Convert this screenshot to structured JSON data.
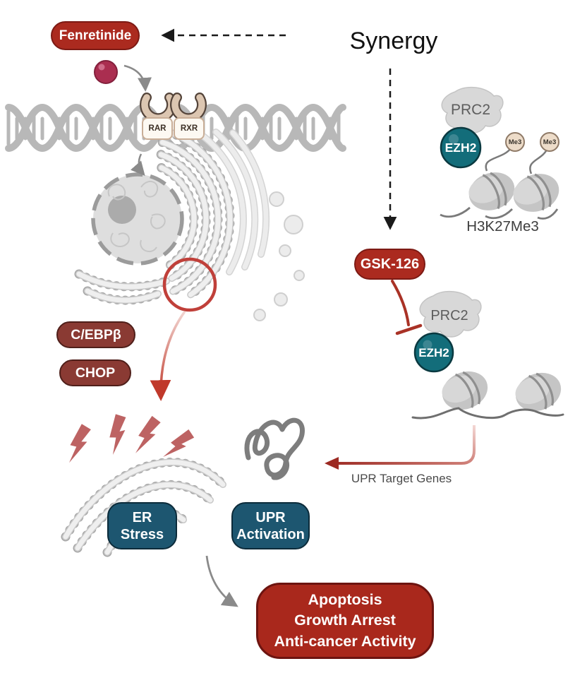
{
  "title": "Fenretinide / GSK-126 synergy pathway diagram",
  "colors": {
    "bright_red": "#ab2a1f",
    "bright_red_border": "#7c1a14",
    "maroon": "#8a3a33",
    "teal_box": "#1d5670",
    "ezh2_teal": "#136d7a",
    "bolt_red": "#bd6363",
    "annotation_red": "#c0403a",
    "gray_organelle": "#ececec",
    "me3_beige": "#eddcc9"
  },
  "icons": {
    "dna-helix": "svg-double-wave",
    "receptor-cup": "svg-arc",
    "ligand-ball": "svg-circle",
    "nucleus": "svg-dashed-circle",
    "rough-er": "svg-dotted-arcs",
    "golgi-vesicles": "svg-arcs-circles",
    "highlight-circle": "svg-ring",
    "lightning-bolt": "svg-polygon",
    "unfolded-protein": "svg-squiggle",
    "prc2-blob": "svg-blob",
    "nucleosome": "svg-disk",
    "inhibition-t-bar": "svg-line",
    "dashed-arrow": "svg-dashed-line",
    "elbow-arrow": "svg-elbow"
  },
  "diagram": {
    "top": {
      "fenretinide": "Fenretinide",
      "synergy": "Synergy",
      "rar": "RAR",
      "rxr": "RXR"
    },
    "epigenetic": {
      "prc2_top": "PRC2",
      "ezh2_top": "EZH2",
      "me3_left": "Me3",
      "me3_right": "Me3",
      "h3k27me3": "H3K27Me3",
      "gsk126": "GSK-126",
      "prc2_bottom": "PRC2",
      "ezh2_bottom": "EZH2",
      "upr_target_genes": "UPR Target Genes"
    },
    "stress": {
      "cebpb": "C/EBPβ",
      "chop": "CHOP",
      "er_stress_line1": "ER",
      "er_stress_line2": "Stress",
      "upr_line1": "UPR",
      "upr_line2": "Activation"
    },
    "outcome": {
      "line1": "Apoptosis",
      "line2": "Growth Arrest",
      "line3": "Anti-cancer Activity"
    }
  }
}
